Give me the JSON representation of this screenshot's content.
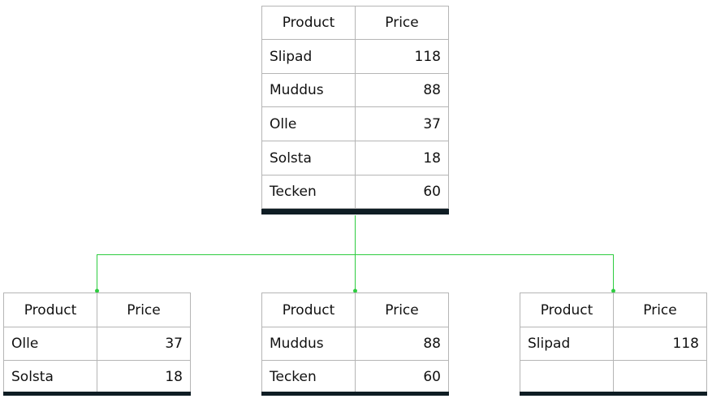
{
  "columns": [
    "Product",
    "Price"
  ],
  "colors": {
    "connector": "#2ecc40",
    "bar": "#0f1d24",
    "border": "#b5b5b5"
  },
  "tables": [
    {
      "id": "root",
      "rows": [
        [
          "Slipad",
          "118"
        ],
        [
          "Muddus",
          "88"
        ],
        [
          "Olle",
          "37"
        ],
        [
          "Solsta",
          "18"
        ],
        [
          "Tecken",
          "60"
        ]
      ]
    },
    {
      "id": "left",
      "rows": [
        [
          "Olle",
          "37"
        ],
        [
          "Solsta",
          "18"
        ]
      ]
    },
    {
      "id": "middle",
      "rows": [
        [
          "Muddus",
          "88"
        ],
        [
          "Tecken",
          "60"
        ]
      ]
    },
    {
      "id": "right",
      "rows": [
        [
          "Slipad",
          "118"
        ],
        [
          "",
          ""
        ]
      ]
    }
  ]
}
